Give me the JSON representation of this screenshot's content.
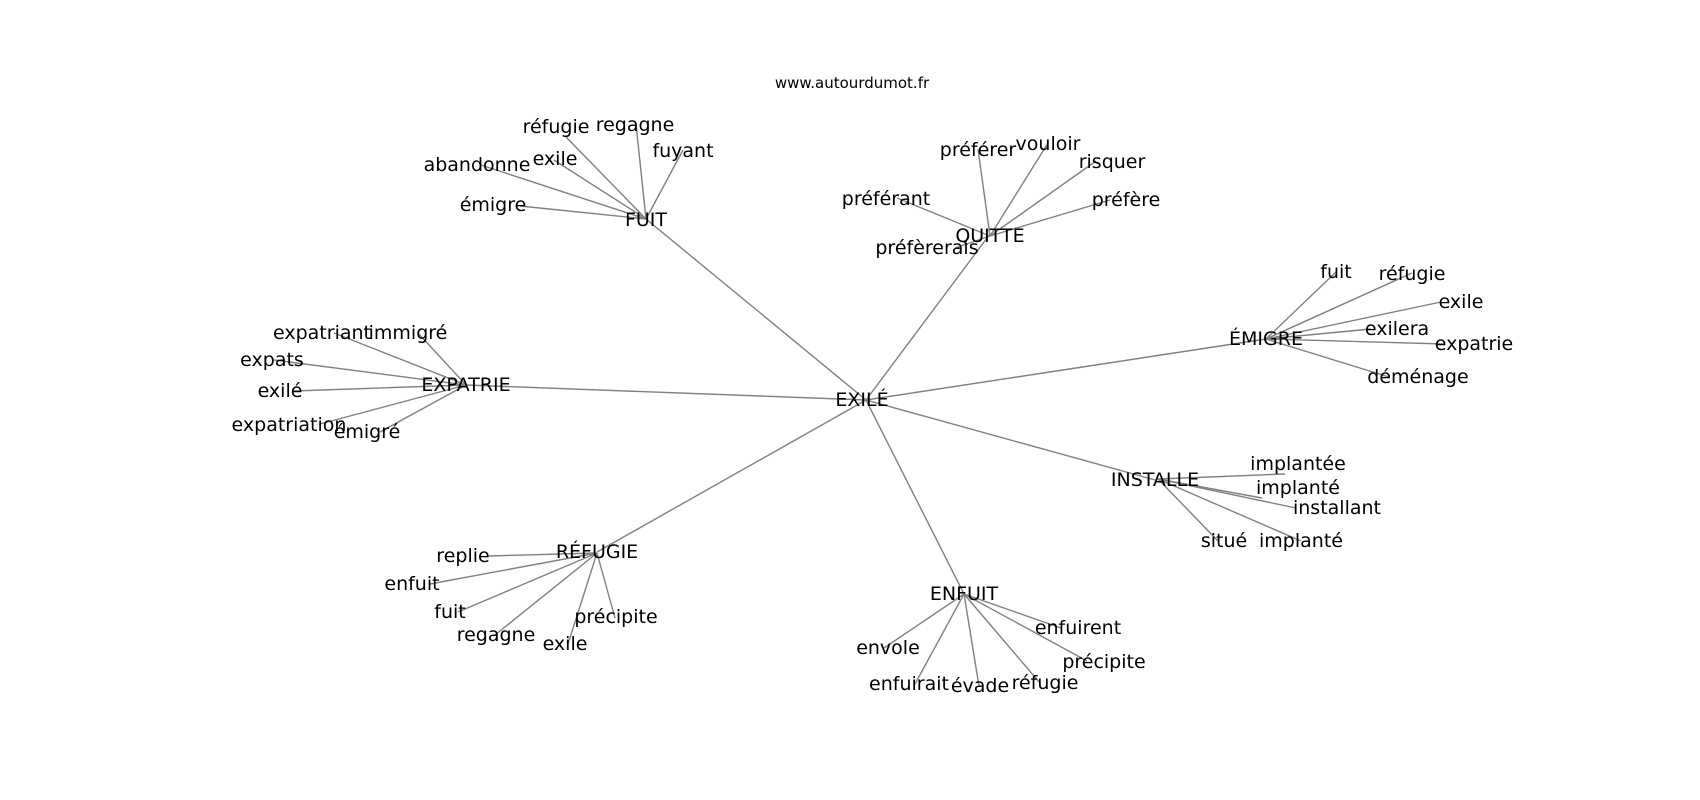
{
  "source": "www.autourdumot.fr",
  "center": "EXILÉ",
  "hubs": [
    {
      "label": "FUIT",
      "leaves": [
        "réfugie",
        "regagne",
        "exile",
        "fuyant",
        "abandonne",
        "émigre"
      ]
    },
    {
      "label": "QUITTE",
      "leaves": [
        "préférer",
        "vouloir",
        "risquer",
        "préférant",
        "préfère",
        "préfèrerais"
      ]
    },
    {
      "label": "ÉMIGRE",
      "leaves": [
        "fuit",
        "réfugie",
        "exile",
        "exilera",
        "expatrie",
        "déménage"
      ]
    },
    {
      "label": "EXPATRIE",
      "leaves": [
        "expatriant",
        "immigré",
        "expats",
        "exilé",
        "expatriation",
        "émigré"
      ]
    },
    {
      "label": "INSTALLE",
      "leaves": [
        "implantée",
        "implanté",
        "installant",
        "situé",
        "implanté"
      ]
    },
    {
      "label": "RÉFUGIE",
      "leaves": [
        "replie",
        "enfuit",
        "fuit",
        "regagne",
        "exile",
        "précipite"
      ]
    },
    {
      "label": "ENFUIT",
      "leaves": [
        "enfuirent",
        "envole",
        "précipite",
        "enfuirait",
        "évade",
        "réfugie"
      ]
    }
  ]
}
